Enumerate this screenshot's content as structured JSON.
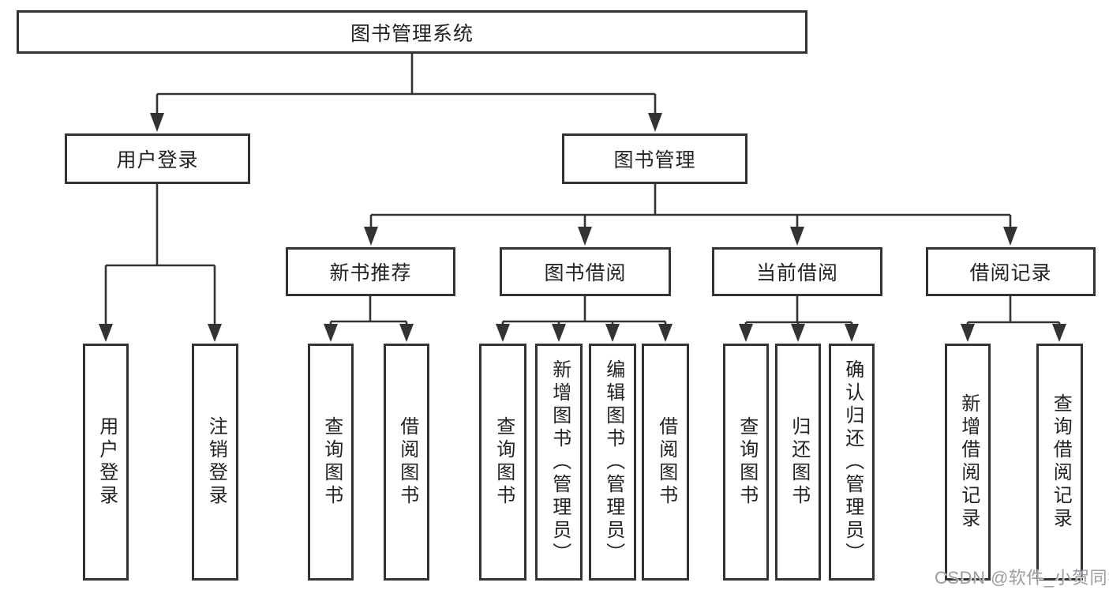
{
  "colors": {
    "line": "#333333",
    "box_border": "#333333",
    "text": "#222222",
    "watermark": "#9b9ba1",
    "background": "#ffffff"
  },
  "watermark": {
    "text": "CSDN @软件_小贺同学"
  },
  "tree": {
    "root": {
      "label": "图书管理系统"
    },
    "branches": [
      {
        "label": "用户登录",
        "children": [
          {
            "label": "用户登录"
          },
          {
            "label": "注销登录"
          }
        ]
      },
      {
        "label": "图书管理",
        "children": [
          {
            "label": "新书推荐",
            "children": [
              {
                "label": "查询图书"
              },
              {
                "label": "借阅图书"
              }
            ]
          },
          {
            "label": "图书借阅",
            "children": [
              {
                "label": "查询图书"
              },
              {
                "label": "新增图书（管理员）"
              },
              {
                "label": "编辑图书（管理员）"
              },
              {
                "label": "借阅图书"
              }
            ]
          },
          {
            "label": "当前借阅",
            "children": [
              {
                "label": "查询图书"
              },
              {
                "label": "归还图书"
              },
              {
                "label": "确认归还（管理员）"
              }
            ]
          },
          {
            "label": "借阅记录",
            "children": [
              {
                "label": "新增借阅记录"
              },
              {
                "label": "查询借阅记录"
              }
            ]
          }
        ]
      }
    ]
  }
}
